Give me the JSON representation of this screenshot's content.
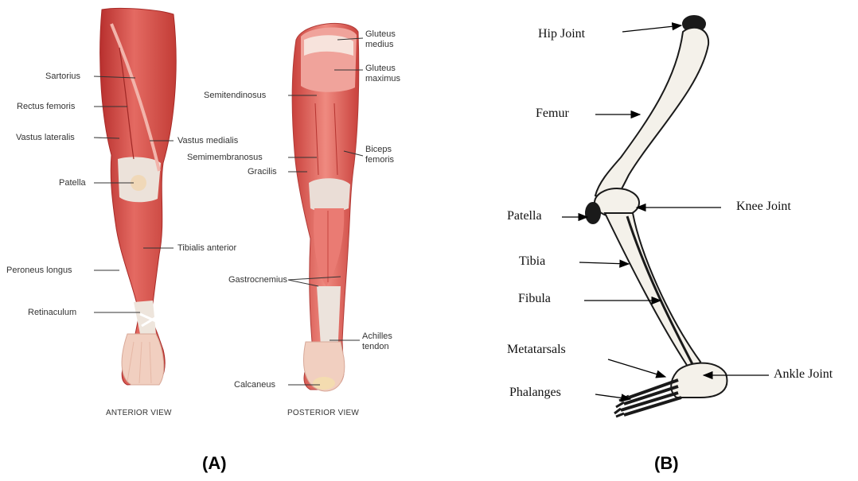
{
  "panels": {
    "a": "(A)",
    "b": "(B)"
  },
  "views": {
    "anterior": "ANTERIOR VIEW",
    "posterior": "POSTERIOR VIEW"
  },
  "anterior_labels": {
    "sartorius": "Sartorius",
    "rectus_femoris": "Rectus femoris",
    "vastus_lateralis": "Vastus lateralis",
    "vastus_medialis": "Vastus medialis",
    "patella": "Patella",
    "tibialis_anterior": "Tibialis anterior",
    "peroneus_longus": "Peroneus longus",
    "retinaculum": "Retinaculum"
  },
  "posterior_labels": {
    "gluteus_medius": [
      "Gluteus",
      "medius"
    ],
    "gluteus_maximus": [
      "Gluteus",
      "maximus"
    ],
    "semitendinosus": "Semitendinosus",
    "biceps_femoris": [
      "Biceps",
      "femoris"
    ],
    "semimembranosus": "Semimembranosus",
    "gracilis": "Gracilis",
    "gastrocnemius": "Gastrocnemius",
    "achilles_tendon": [
      "Achilles",
      "tendon"
    ],
    "calcaneus": "Calcaneus"
  },
  "skeleton_labels": {
    "hip_joint": "Hip Joint",
    "femur": "Femur",
    "knee_joint": "Knee Joint",
    "patella": "Patella",
    "tibia": "Tibia",
    "fibula": "Fibula",
    "metatarsals": "Metatarsals",
    "ankle_joint": "Ankle Joint",
    "phalanges": "Phalanges"
  },
  "colors": {
    "muscle": "#d9544f",
    "muscle_dark": "#b8302e",
    "tendon": "#e8ded6",
    "skin": "#f1cfc0",
    "bone": "#f4f1ea",
    "ink": "#1a1a1a"
  }
}
